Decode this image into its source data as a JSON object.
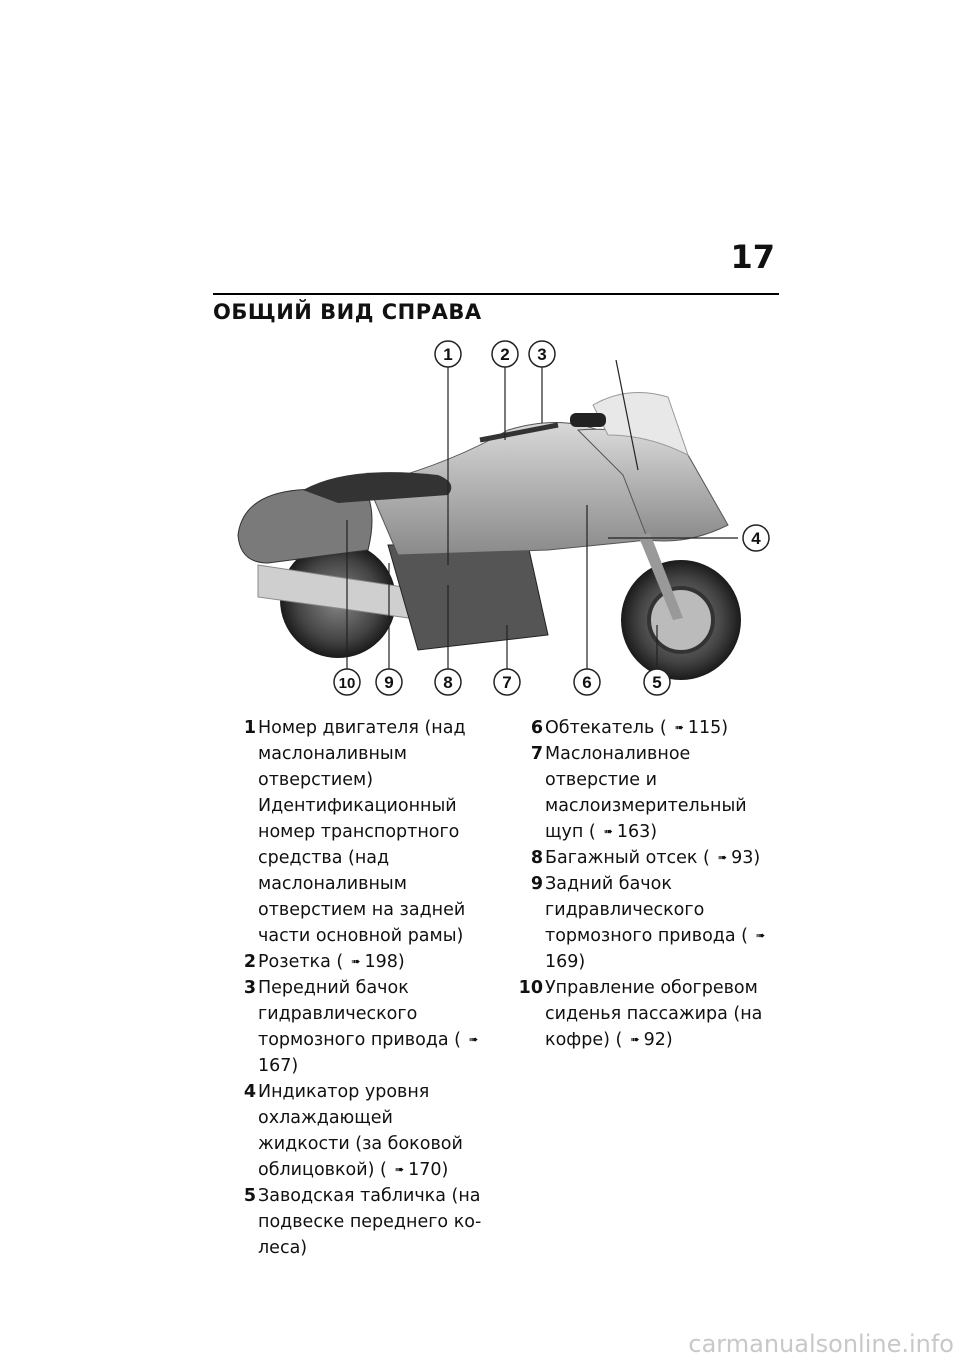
{
  "page": {
    "number": "17",
    "title": "ОБЩИЙ ВИД СПРАВА"
  },
  "figure": {
    "callouts": [
      "1",
      "2",
      "3",
      "4",
      "5",
      "6",
      "7",
      "8",
      "9",
      "10"
    ]
  },
  "legend_left": [
    {
      "num": "1",
      "text": "Номер двигателя (над мас­лоналивным отверстием) Идентификационный но­мер транспортного сред­ства (над маслоналивным отверстием на задней ча­сти основной рамы)",
      "ref": ""
    },
    {
      "num": "2",
      "text": "Розетка",
      "ref": "198)"
    },
    {
      "num": "3",
      "text": "Передний бачок гидравли­ческого тормозного при­вода",
      "ref": "167)"
    },
    {
      "num": "4",
      "text": "Индикатор уровня охлаждающей жидкости (за боковой облицовкой)",
      "ref": "170)"
    },
    {
      "num": "5",
      "text": "Заводская табличка (на подвеске переднего ко­леса)",
      "ref": ""
    }
  ],
  "legend_right": [
    {
      "num": "6",
      "text": "Обтекатель",
      "ref": "115)"
    },
    {
      "num": "7",
      "text": "Маслоналивное отверстие и маслоизмерительный щуп",
      "ref": "163)"
    },
    {
      "num": "8",
      "text": "Багажный отсек",
      "ref": "93)"
    },
    {
      "num": "9",
      "text": "Задний бачок гидравличе­ского тормозного привода",
      "ref": "169)"
    },
    {
      "num": "10",
      "text": "Управление обогревом сиденья пассажира (на кофре)",
      "ref": "92)"
    }
  ],
  "watermark": "carmanualsonline.info"
}
